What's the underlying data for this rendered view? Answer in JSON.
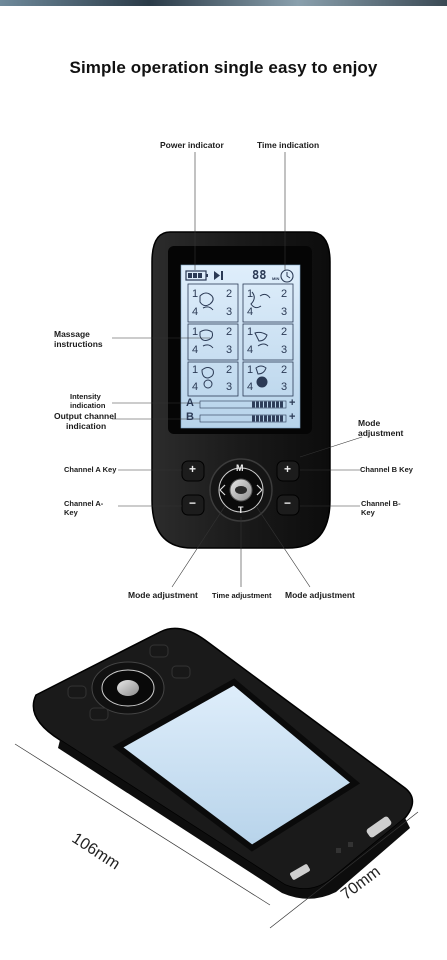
{
  "headline": "Simple operation single easy to enjoy",
  "labels": {
    "power_indicator": "Power indicator",
    "time_indication": "Time indication",
    "massage_instructions_1": "Massage",
    "massage_instructions_2": "instructions",
    "intensity_1": "Intensity",
    "intensity_2": "indication",
    "output_1": "Output channel",
    "output_2": "indication",
    "mode_adj_right_1": "Mode",
    "mode_adj_right_2": "adjustment",
    "channel_a_key": "Channel A Key",
    "channel_b_key": "Channel B Key",
    "channel_a_minus_1": "Channel A-",
    "channel_a_minus_2": "Key",
    "channel_b_minus_1": "Channel B-",
    "channel_b_minus_2": "Key",
    "mode_adjustment_bottom_left": "Mode adjustment",
    "time_adjustment": "Time adjustment",
    "mode_adjustment_bottom_right": "Mode adjustment"
  },
  "device": {
    "screen_time": "88",
    "screen_time_unit": "MIN",
    "channel_a": "A",
    "channel_b": "B",
    "key_m": "M",
    "key_t": "T",
    "plus": "+",
    "minus": "−",
    "grid_numbers": [
      "1",
      "2",
      "4",
      "3"
    ]
  },
  "dimensions": {
    "length": "106mm",
    "width": "70mm"
  }
}
